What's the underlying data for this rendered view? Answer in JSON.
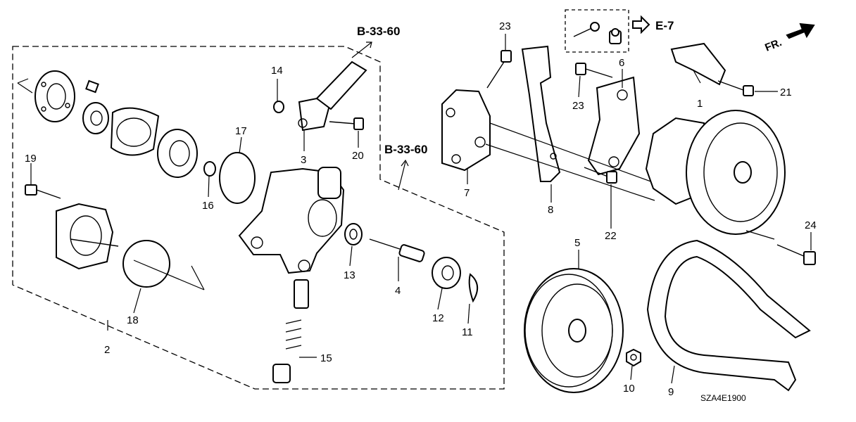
{
  "diagram": {
    "code": "SZA4E1900",
    "fr_label": "FR.",
    "refs": {
      "b3360_top": "B-33-60",
      "b3360_mid": "B-33-60",
      "e7": "E-7"
    },
    "callouts": {
      "c1": "1",
      "c2": "2",
      "c3": "3",
      "c4": "4",
      "c5": "5",
      "c6": "6",
      "c7": "7",
      "c8": "8",
      "c9": "9",
      "c10": "10",
      "c11": "11",
      "c12": "12",
      "c13": "13",
      "c14": "14",
      "c15": "15",
      "c16": "16",
      "c17": "17",
      "c18": "18",
      "c19": "19",
      "c20": "20",
      "c21": "21",
      "c22": "22",
      "c23a": "23",
      "c23b": "23",
      "c24": "24"
    }
  }
}
